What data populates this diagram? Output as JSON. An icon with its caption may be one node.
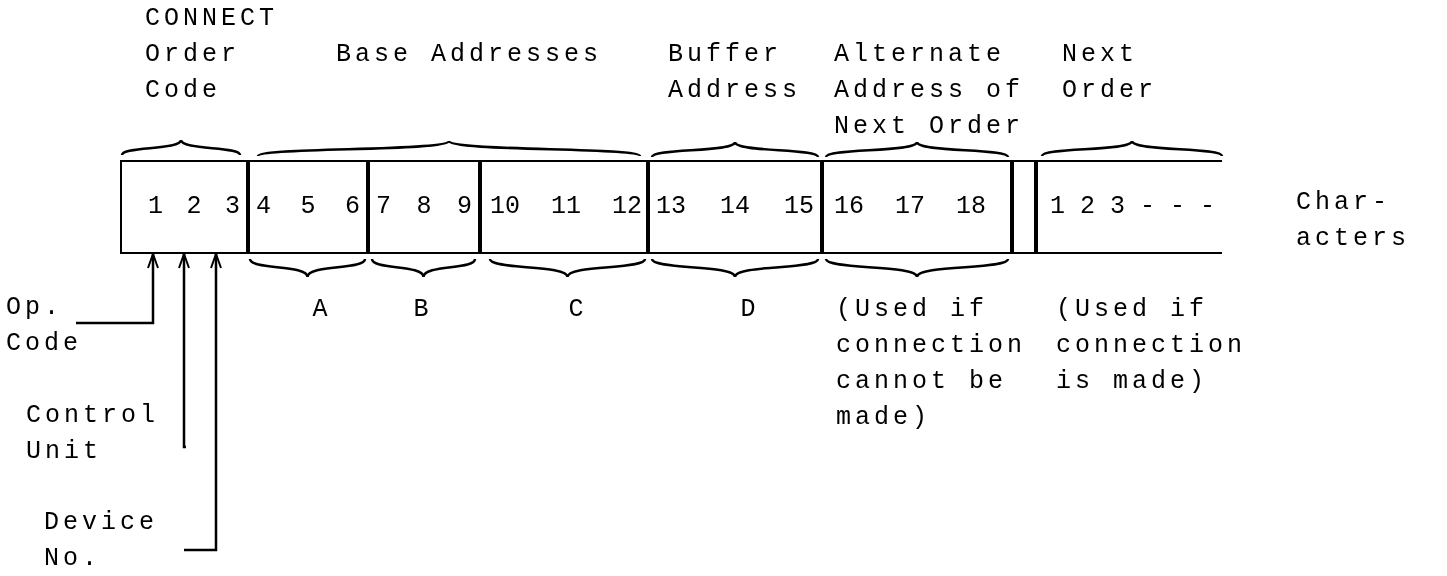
{
  "diagram": {
    "nodes": [
      {
        "text": [
          "1 2 3"
        ]
      },
      {
        "text": [
          "4 5 6"
        ]
      },
      {
        "text": [
          "7 8 9"
        ]
      },
      {
        "text": [
          "10 11 12"
        ]
      },
      {
        "text": [
          "13 14 15"
        ]
      },
      {
        "text": [
          "16 17 18"
        ]
      },
      {
        "text": [],
        "shape": "box"
      },
      {
        "text": [
          "1 2 3 - - -"
        ]
      },
      {
        "text": [
          "Op. Code"
        ]
      },
      {
        "text": [
          "Control Unit"
        ]
      },
      {
        "text": [
          "Device No."
        ]
      }
    ],
    "edges": [
      {
        "from": 8,
        "to": 0,
        "arrow": "to"
      },
      {
        "from": 9,
        "to": 0,
        "arrow": "to"
      },
      {
        "from": 10,
        "to": 0,
        "arrow": "to"
      }
    ],
    "labels": [
      "CONNECT Order Code",
      "Base Addresses",
      "Buffer Address",
      "Alternate Address of Next Order",
      "Next Order",
      "Char- acters",
      "A",
      "B",
      "C",
      "D",
      "(Used if connection cannot be made)",
      "(Used if connection is made)"
    ]
  }
}
